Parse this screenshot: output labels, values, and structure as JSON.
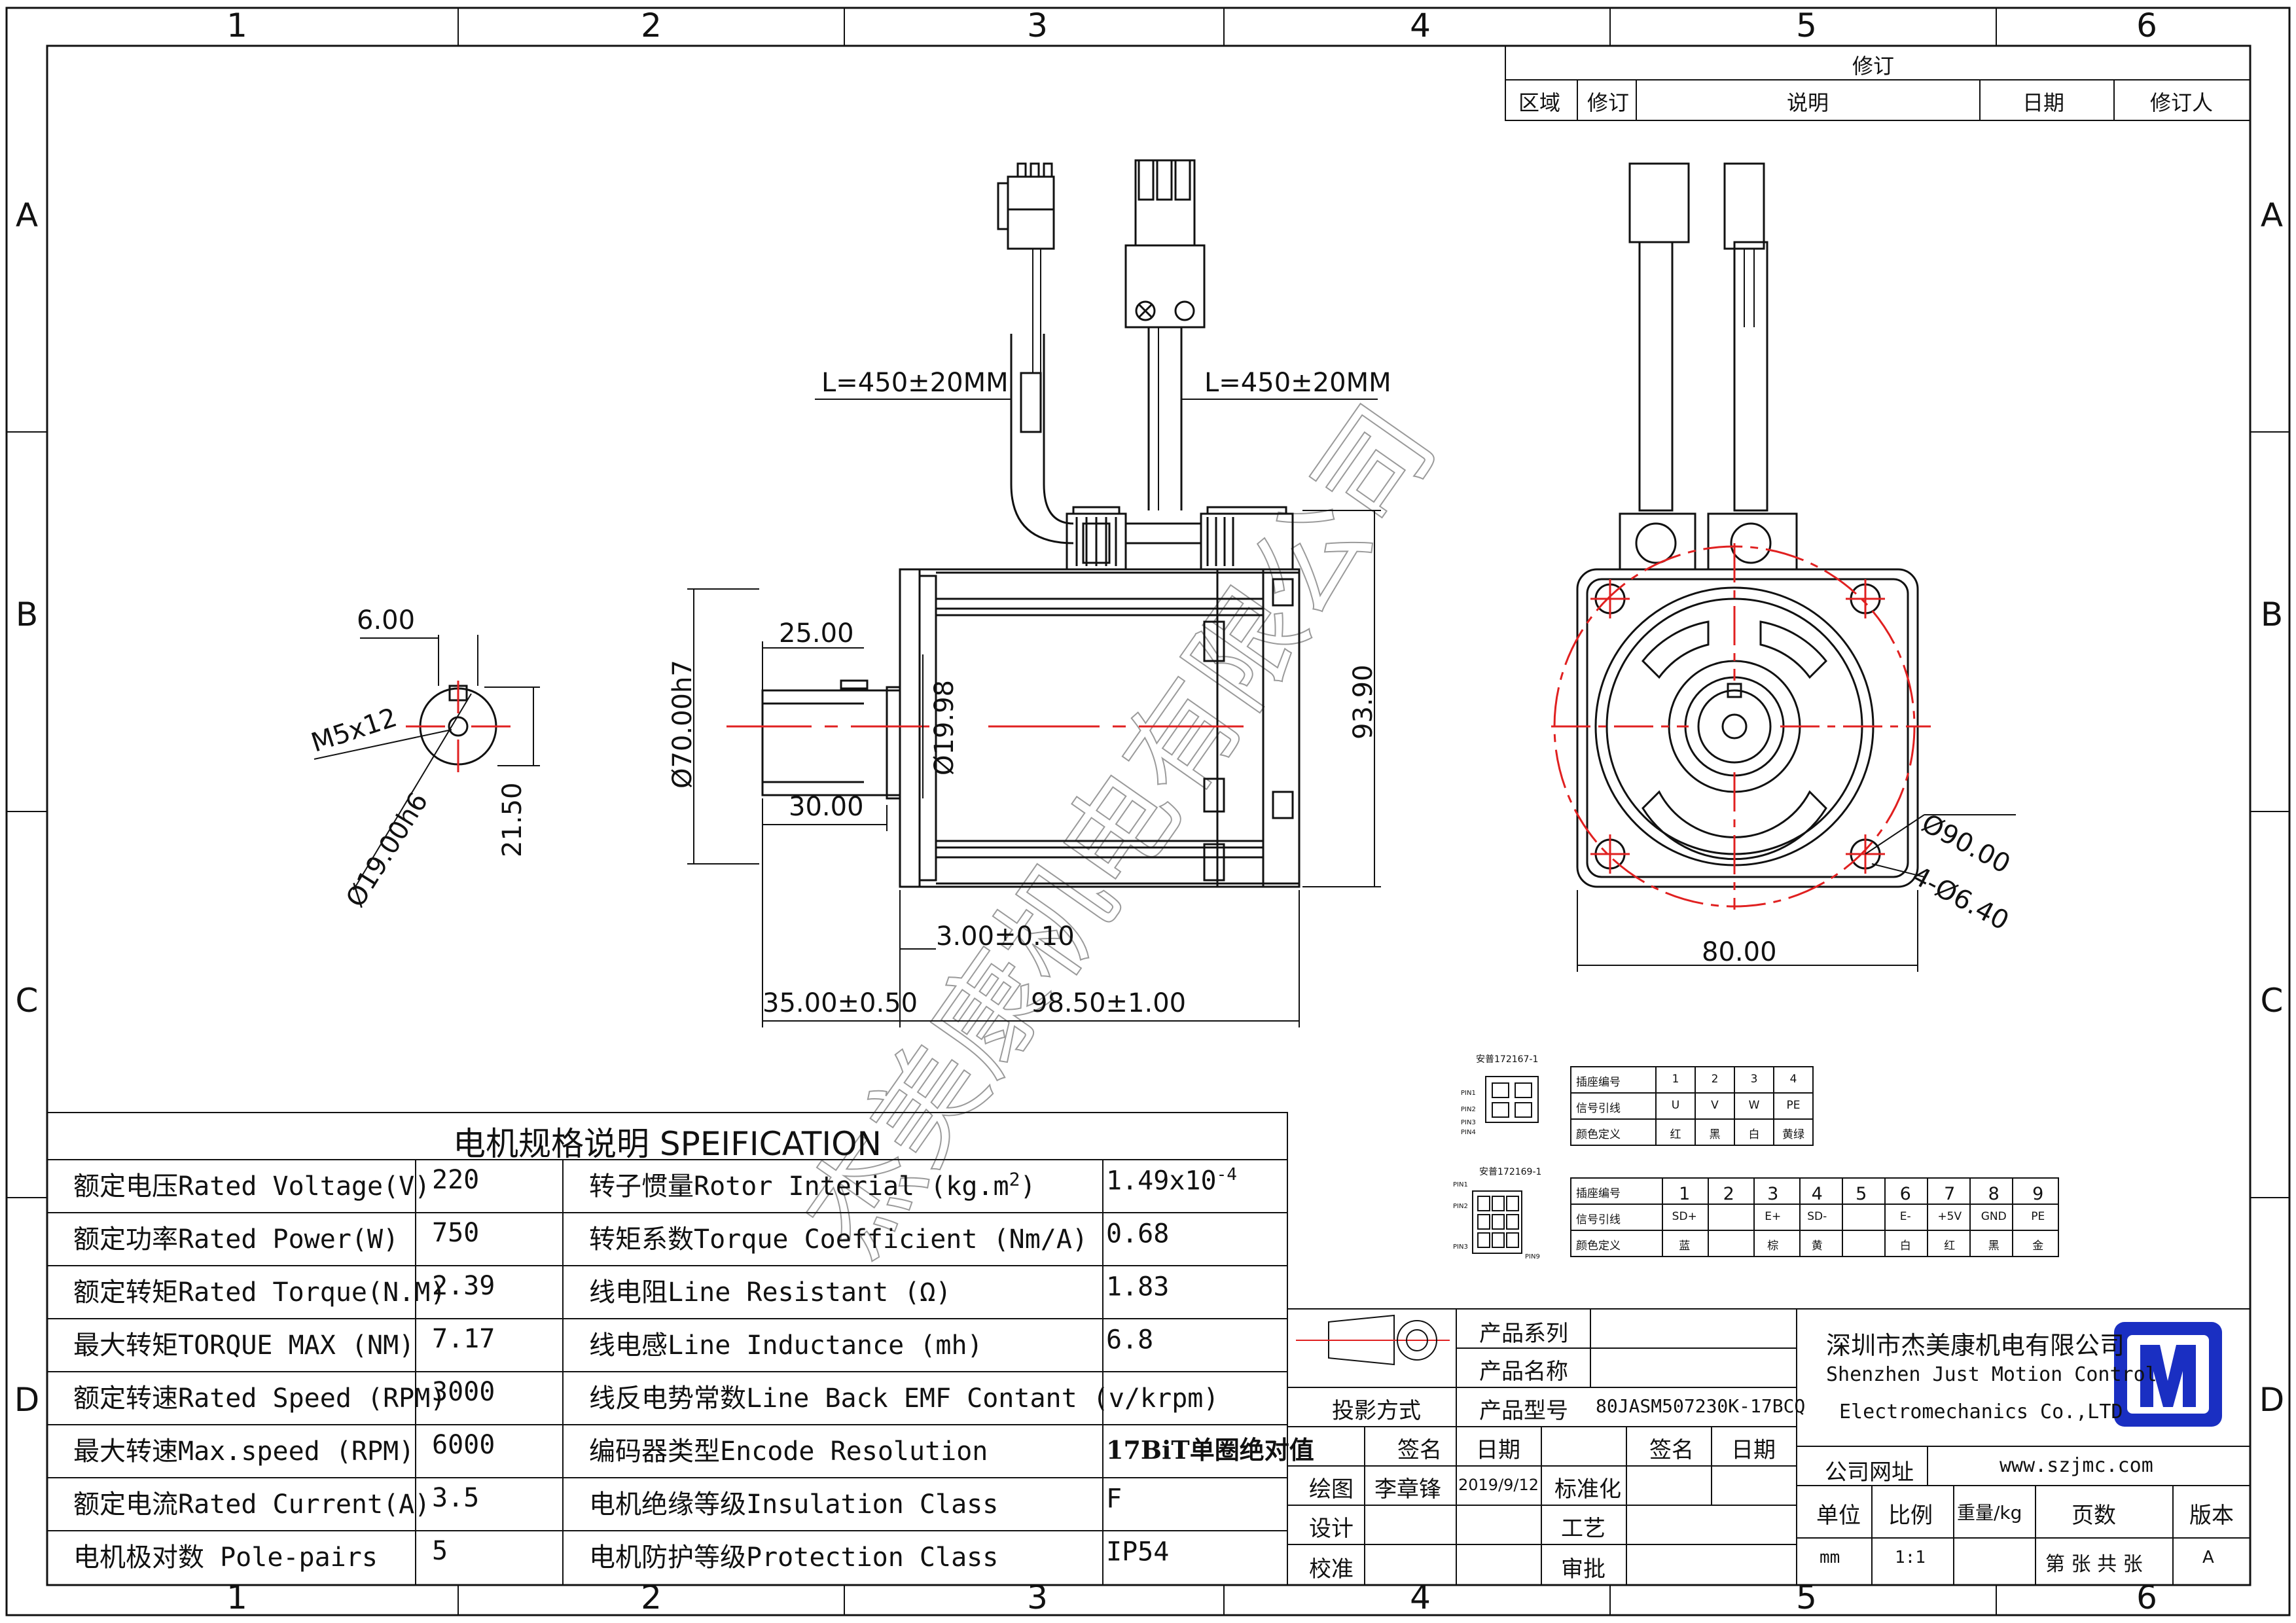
{
  "zones": {
    "columns": [
      "1",
      "2",
      "3",
      "4",
      "5",
      "6"
    ],
    "rows": [
      "A",
      "B",
      "C",
      "D"
    ]
  },
  "revision": {
    "title": "修订",
    "headers": [
      "区域",
      "修订",
      "说明",
      "日期",
      "修订人"
    ]
  },
  "dimensions": {
    "cable_left": "L=450±20MM",
    "cable_right": "L=450±20MM",
    "key_width": "6.00",
    "thread": "M5x12",
    "shaft_dia": "Ø19.00h6",
    "shaft_height": "21.50",
    "shaft_key_len": "25.00",
    "shaft_len": "30.00",
    "pilot_dia": "Ø70.00h7",
    "inner_dia": "Ø19.98",
    "flange_thk": "3.00±0.10",
    "shaft_total": "35.00±0.50",
    "body_len": "98.50±1.00",
    "height": "93.90",
    "pcd": "Ø90.00",
    "holes": "4-Ø6.40",
    "width": "80.00"
  },
  "watermark": "杰美康机电有限公司",
  "connector1": {
    "label": "安普172167-1",
    "pins": [
      "PIN1",
      "PIN2",
      "PIN3",
      "PIN4"
    ],
    "rows": [
      [
        "插座编号",
        "1",
        "2",
        "3",
        "4"
      ],
      [
        "信号引线",
        "U",
        "V",
        "W",
        "PE"
      ],
      [
        "颜色定义",
        "红",
        "黑",
        "白",
        "黄绿"
      ]
    ]
  },
  "connector2": {
    "label": "安普172169-1",
    "pins": [
      "PIN1",
      "PIN2",
      "PIN3",
      "PIN9"
    ],
    "rows": [
      [
        "插座编号",
        "1",
        "2",
        "3",
        "4",
        "5",
        "6",
        "7",
        "8",
        "9"
      ],
      [
        "信号引线",
        "SD+",
        "",
        "E+",
        "SD-",
        "",
        "E-",
        "+5V",
        "GND",
        "PE"
      ],
      [
        "颜色定义",
        "蓝",
        "",
        "棕",
        "黄",
        "",
        "白",
        "红",
        "黑",
        "金"
      ]
    ]
  },
  "spec": {
    "title": "电机规格说明 SPEIFICATION",
    "rows": [
      {
        "l1": "额定电压Rated Voltage(V)",
        "v1": "220",
        "l2": "转子惯量Rotor Interial (kg.m",
        "l2sup": "2",
        "l2end": ")",
        "v2": "1.49x10",
        "v2sup": "-4"
      },
      {
        "l1": "额定功率Rated Power(W)",
        "v1": "750",
        "l2": "转矩系数Torque Coefficient (Nm/A)",
        "l2sup": "",
        "l2end": "",
        "v2": "0.68",
        "v2sup": ""
      },
      {
        "l1": "额定转矩Rated Torque(N.M)",
        "v1": "2.39",
        "l2": "线电阻Line Resistant (Ω)",
        "l2sup": "",
        "l2end": "",
        "v2": "1.83",
        "v2sup": ""
      },
      {
        "l1": "最大转矩TORQUE MAX (NM)",
        "v1": "7.17",
        "l2": "线电感Line Inductance (mh)",
        "l2sup": "",
        "l2end": "",
        "v2": "6.8",
        "v2sup": ""
      },
      {
        "l1": "额定转速Rated Speed (RPM)",
        "v1": "3000",
        "l2": "线反电势常数Line Back EMF Contant (v/krpm)",
        "l2sup": "",
        "l2end": "",
        "v2": "",
        "v2sup": ""
      },
      {
        "l1": "最大转速Max.speed (RPM)",
        "v1": "6000",
        "l2": "编码器类型Encode Resolution",
        "l2sup": "",
        "l2end": "",
        "v2": "17BiT单圈绝对值",
        "v2sup": ""
      },
      {
        "l1": "额定电流Rated Current(A)",
        "v1": "3.5",
        "l2": "电机绝缘等级Insulation Class",
        "l2sup": "",
        "l2end": "",
        "v2": "F",
        "v2sup": ""
      },
      {
        "l1": "电机极对数 Pole-pairs",
        "v1": "5",
        "l2": "电机防护等级Protection Class",
        "l2sup": "",
        "l2end": "",
        "v2": "IP54",
        "v2sup": ""
      }
    ]
  },
  "title_block": {
    "projection": "投影方式",
    "product_series": "产品系列",
    "product_name": "产品名称",
    "product_model_label": "产品型号",
    "product_model": "80JASM507230K-17BCQ",
    "sign": "签名",
    "date": "日期",
    "sign2": "签名",
    "date2": "日期",
    "draw": "绘图",
    "drafter": "李章锋",
    "draw_date": "2019/9/12",
    "standard": "标准化",
    "design": "设计",
    "process": "工艺",
    "check": "校准",
    "approve": "审批",
    "company_cn": "深圳市杰美康机电有限公司",
    "company_en1": "Shenzhen Just Motion Control",
    "company_en2": "Electromechanics Co.,LTD",
    "website_label": "公司网址",
    "website": "www.szjmc.com",
    "unit_label": "单位",
    "scale_label": "比例",
    "weight_label": "重量/kg",
    "pages_label": "页数",
    "version_label": "版本",
    "unit": "mm",
    "scale": "1:1",
    "pages": "第 张 共 张",
    "version": "A",
    "logo_color": "#1a2fc2"
  }
}
